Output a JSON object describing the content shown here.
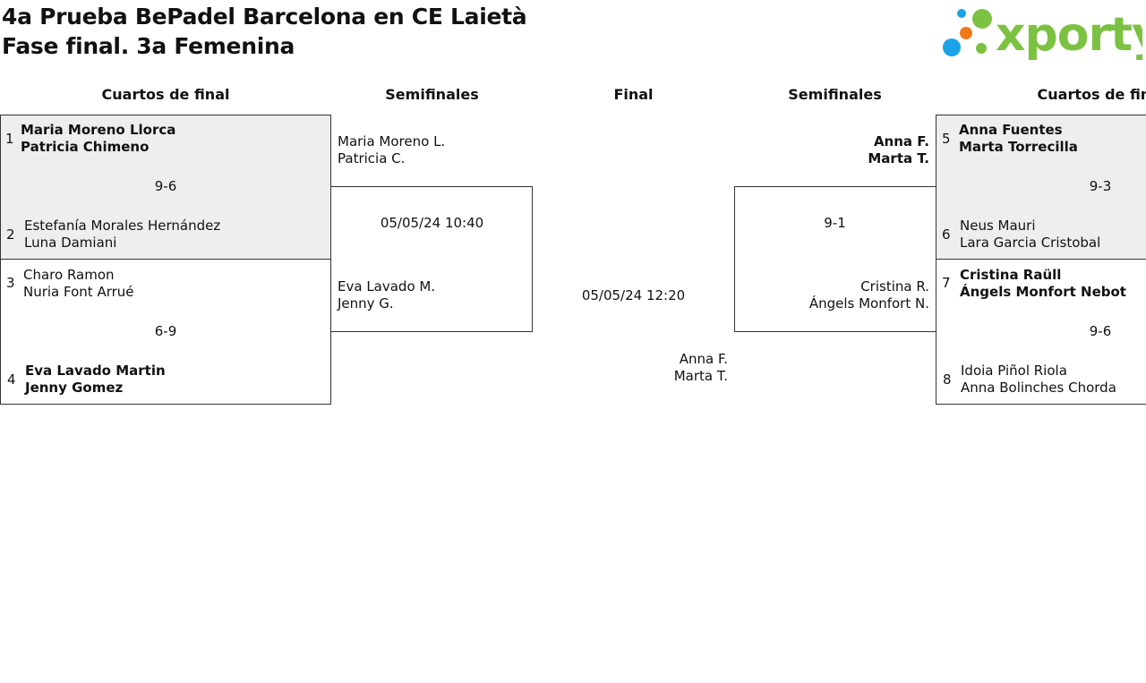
{
  "header": {
    "title_line1": "4a Prueba BePadel Barcelona en CE Laietà",
    "title_line2": "Fase final. 3a Femenina",
    "logo_text": "xporty"
  },
  "columns": {
    "quarters_left": "Cuartos de final",
    "semis_left": "Semifinales",
    "final": "Final",
    "semis_right": "Semifinales",
    "quarters_right": "Cuartos de final"
  },
  "quarterfinals": [
    {
      "seed_a": "1",
      "team_a": [
        "Maria Moreno Llorca",
        "Patricia Chimeno"
      ],
      "winner": "a",
      "seed_b": "2",
      "team_b": [
        "Estefanía Morales Hernández",
        "Luna Damiani"
      ],
      "score": "9-6"
    },
    {
      "seed_a": "3",
      "team_a": [
        "Charo Ramon",
        "Nuria Font Arrué"
      ],
      "seed_b": "4",
      "team_b": [
        "Eva Lavado Martin",
        "Jenny Gomez"
      ],
      "winner": "b",
      "score": "6-9"
    },
    {
      "seed_a": "5",
      "team_a": [
        "Anna Fuentes",
        "Marta Torrecilla"
      ],
      "winner": "a",
      "seed_b": "6",
      "team_b": [
        "Neus Mauri",
        "Lara Garcia Cristobal"
      ],
      "score": "9-3"
    },
    {
      "seed_a": "7",
      "team_a": [
        "Cristina Raüll",
        "Ángels Monfort Nebot"
      ],
      "winner": "a",
      "seed_b": "8",
      "team_b": [
        "Idoia Piñol Riola",
        "Anna Bolinches Chorda"
      ],
      "score": "9-6"
    }
  ],
  "semifinals": [
    {
      "team_a": [
        "Maria Moreno L.",
        "Patricia C."
      ],
      "team_b": [
        "Eva Lavado M.",
        "Jenny G."
      ],
      "info": "05/05/24 10:40"
    },
    {
      "team_a": [
        "Anna F.",
        "Marta T."
      ],
      "team_b": [
        "Cristina R.",
        "Ángels Monfort N."
      ],
      "winner": "a",
      "info": "9-1"
    }
  ],
  "final": {
    "info": "05/05/24 12:20",
    "team": [
      "Anna F.",
      "Marta T."
    ]
  },
  "colors": {
    "logo_green": "#7cc242",
    "dot_blue": "#1aa3e8",
    "dot_orange": "#f07a1a",
    "shaded_bg": "#eeeeee"
  }
}
